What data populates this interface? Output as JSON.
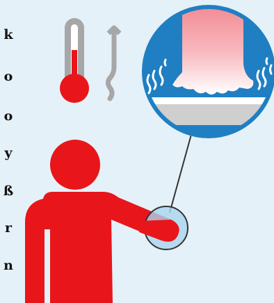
{
  "edge_glyphs": [
    "k",
    "o",
    "o",
    "y",
    "ß",
    "r",
    "n"
  ],
  "colors": {
    "background": "#e4f1f8",
    "figure_red": "#e8161a",
    "thermometer_grey": "#a7a7a7",
    "lens_blue": "#1f7fc2",
    "flame_pink": "#f49aa3",
    "touch_circle": "#aad4ee"
  },
  "icons": [
    "thermometer-icon",
    "rising-heat-arrow-icon",
    "person-icon",
    "magnifier-lens-icon",
    "steam-icon"
  ]
}
